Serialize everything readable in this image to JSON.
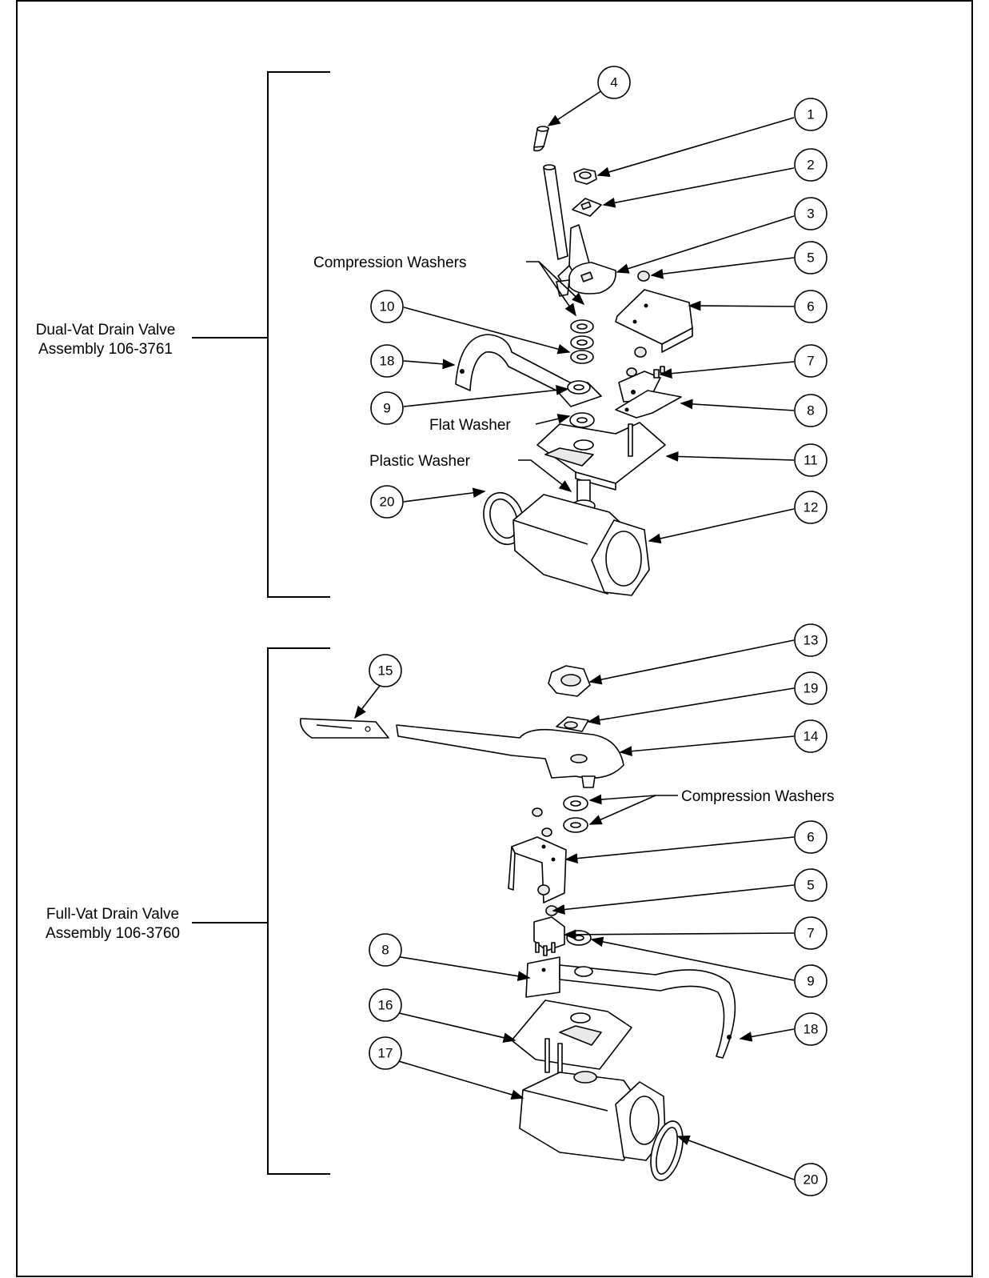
{
  "assemblies": [
    {
      "label_line1": "Dual-Vat Drain Valve",
      "label_line2": "Assembly 106-3761"
    },
    {
      "label_line1": "Full-Vat Drain Valve",
      "label_line2": "Assembly 106-3760"
    }
  ],
  "annotations": {
    "compression_washers_top": "Compression Washers",
    "flat_washer": "Flat Washer",
    "plastic_washer": "Plastic Washer",
    "compression_washers_bottom": "Compression Washers"
  },
  "callouts_top": [
    "4",
    "1",
    "2",
    "3",
    "5",
    "6",
    "10",
    "18",
    "7",
    "9",
    "8",
    "11",
    "20",
    "12"
  ],
  "callouts_bottom": [
    "13",
    "15",
    "19",
    "14",
    "6",
    "5",
    "7",
    "8",
    "9",
    "16",
    "18",
    "17",
    "20"
  ]
}
